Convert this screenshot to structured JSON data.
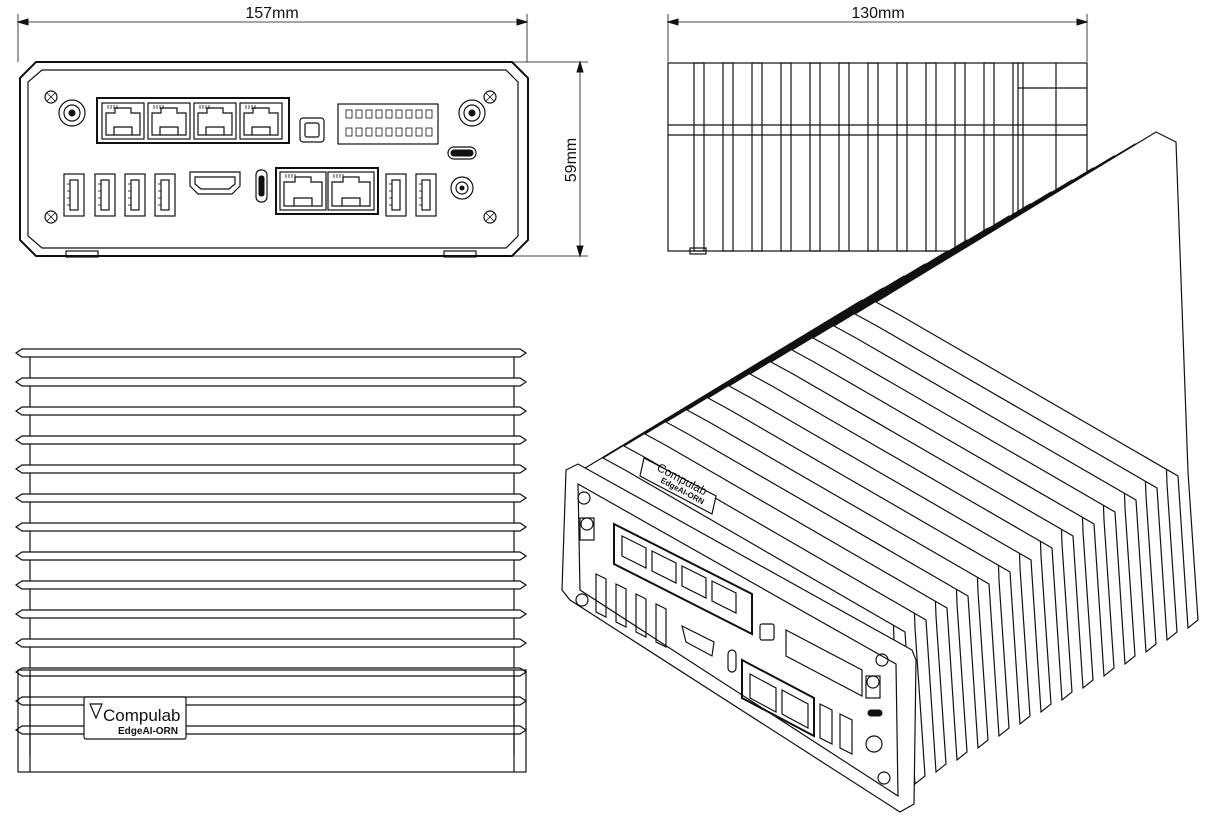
{
  "dimensions": {
    "front_width": "157mm",
    "side_length": "130mm",
    "height": "59mm"
  },
  "label": {
    "brand": "Compulab",
    "model": "EdgeAI-ORN"
  }
}
